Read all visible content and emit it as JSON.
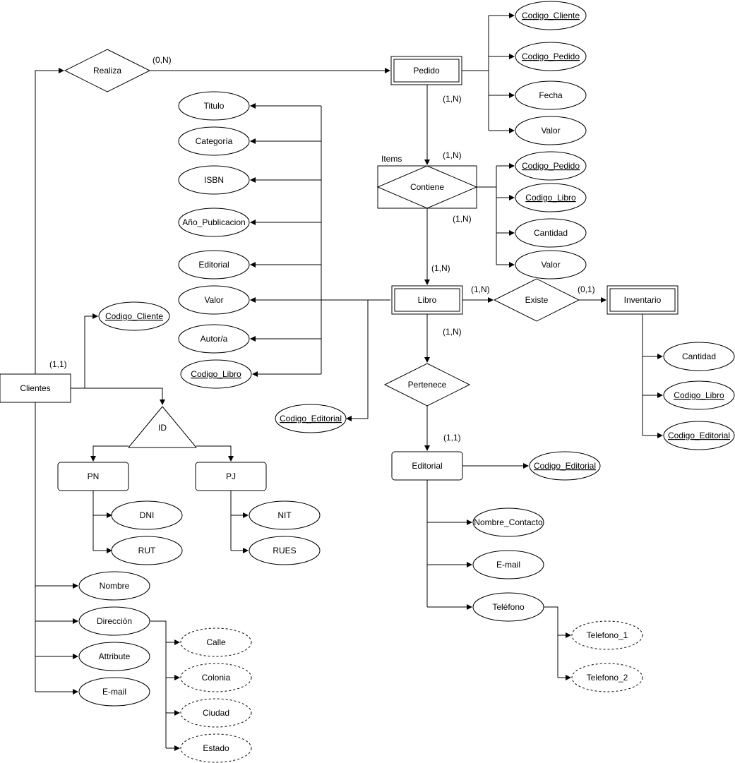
{
  "entities": {
    "clientes": "Clientes",
    "pedido": "Pedido",
    "libro": "Libro",
    "inventario": "Inventario",
    "editorial": "Editorial",
    "pn": "PN",
    "pj": "PJ"
  },
  "relationships": {
    "realiza": "Realiza",
    "contiene": "Contiene",
    "existe": "Existe",
    "pertenece": "Pertenece",
    "id": "ID"
  },
  "attributes": {
    "pedido": [
      "Codigo_Cliente",
      "Codigo_Pedido",
      "Fecha",
      "Valor"
    ],
    "contiene": [
      "Codigo_Pedido",
      "Codigo_Libro",
      "Cantidad",
      "Valor"
    ],
    "libro": [
      "Titulo",
      "Categoría",
      "ISBN",
      "Año_Publicacion",
      "Editorial",
      "Valor",
      "Autor/a",
      "Codigo_Libro",
      "Codigo_Editorial"
    ],
    "clientes": [
      "Codigo_Cliente",
      "Nombre",
      "Dirección",
      "Attribute",
      "E-mail"
    ],
    "direccion": [
      "Calle",
      "Colonia",
      "Ciudad",
      "Estado"
    ],
    "pn": [
      "DNI",
      "RUT"
    ],
    "pj": [
      "NIT",
      "RUES"
    ],
    "inventario": [
      "Cantidad",
      "Codigo_Libro",
      "Codigo_Editorial"
    ],
    "editorial": [
      "Codigo_Editorial",
      "Nombre_Contacto",
      "E-mail",
      "Teléfono"
    ],
    "telefono": [
      "Telefono_1",
      "Telefono_2"
    ]
  },
  "cardinalities": {
    "realiza_pedido": "(0,N)",
    "pedido_contiene": "(1,N)",
    "contiene_top": "(1,N)",
    "contiene_bottom": "(1,N)",
    "libro_top": "(1,N)",
    "libro_existe": "(1,N)",
    "existe_inventario": "(0,1)",
    "libro_pertenece": "(1,N)",
    "pertenece_editorial": "(1,1)",
    "clientes": "(1,1)"
  },
  "labels": {
    "items": "Items"
  }
}
